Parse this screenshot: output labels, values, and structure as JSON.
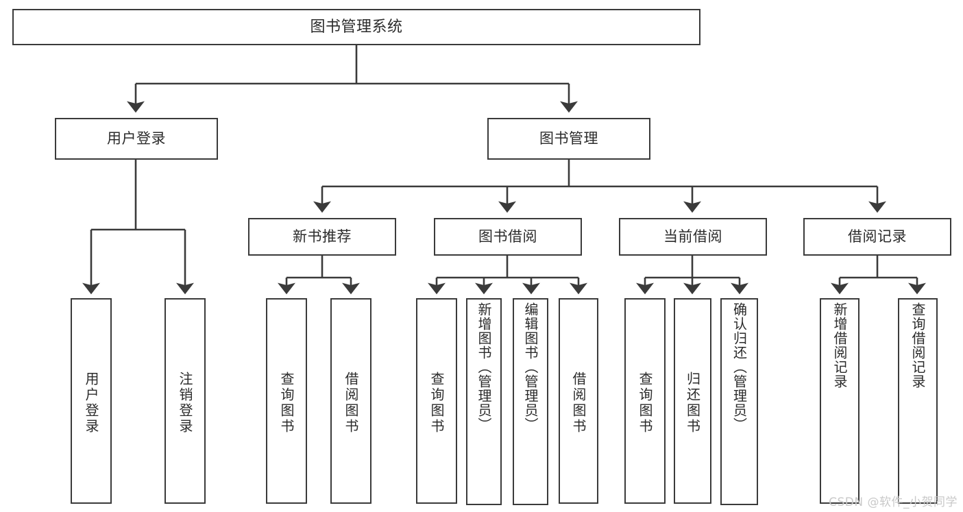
{
  "diagram": {
    "title": "图书管理系统",
    "type": "功能结构图",
    "root": {
      "label": "图书管理系统"
    },
    "level2": [
      {
        "label": "用户登录"
      },
      {
        "label": "图书管理"
      }
    ],
    "level3": [
      {
        "label": "新书推荐"
      },
      {
        "label": "图书借阅"
      },
      {
        "label": "当前借阅"
      },
      {
        "label": "借阅记录"
      }
    ],
    "leaves": {
      "user_login": [
        {
          "label": "用户登录"
        },
        {
          "label": "注销登录"
        }
      ],
      "new_book_recommend": [
        {
          "label": "查询图书"
        },
        {
          "label": "借阅图书"
        }
      ],
      "book_borrow": [
        {
          "label": "查询图书"
        },
        {
          "label": "新增图书（管理员）"
        },
        {
          "label": "编辑图书（管理员）"
        },
        {
          "label": "借阅图书"
        }
      ],
      "current_borrow": [
        {
          "label": "查询图书"
        },
        {
          "label": "归还图书"
        },
        {
          "label": "确认归还（管理员）"
        }
      ],
      "borrow_record": [
        {
          "label": "新增借阅记录"
        },
        {
          "label": "查询借阅记录"
        }
      ]
    }
  },
  "watermark": {
    "text": "CSDN @软件_小贺同学"
  },
  "colors": {
    "border": "#3a3a3a",
    "text": "#2b2b2b",
    "background": "#ffffff",
    "watermark": "#c9c9c9"
  }
}
